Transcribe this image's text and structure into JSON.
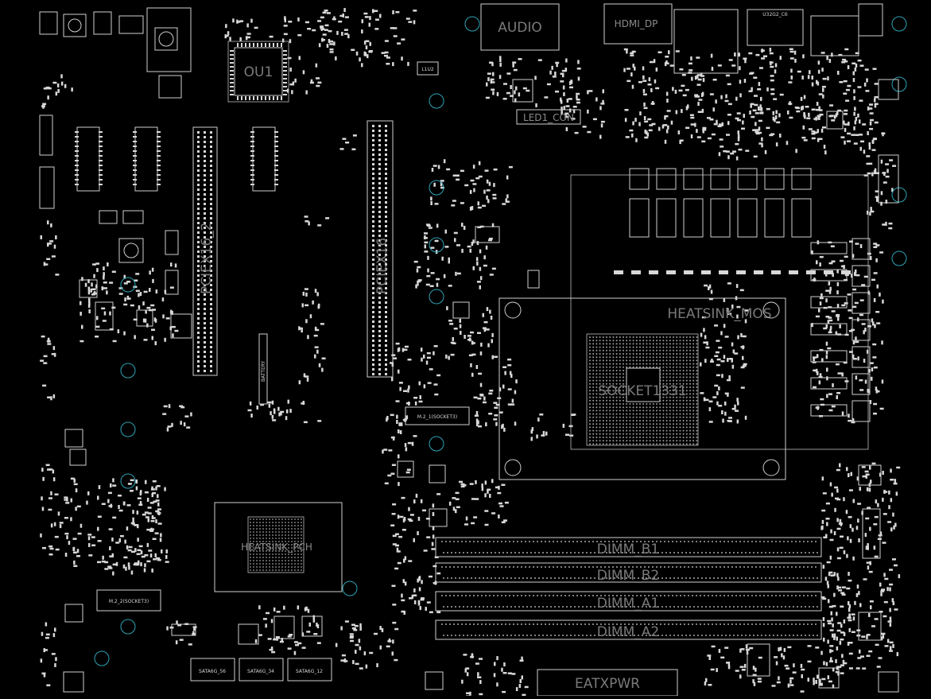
{
  "board": {
    "labels": {
      "audio": "AUDIO",
      "ou1": "OU1",
      "pciex16_2": "PCIEX16_2",
      "pciex16": "PCIEX16",
      "heatsink_mos": "HEATSINK_MOS",
      "socket": "SOCKET1331",
      "heatsink_pch": "HEATSINK_PCH",
      "dimm_b1": "DIMM_B1",
      "dimm_b2": "DIMM_B2",
      "dimm_a1": "DIMM_A1",
      "dimm_a2": "DIMM_A2",
      "eatxpwr": "EATXPWR",
      "led1_con": "LED1_CON",
      "m2_1": "M.2_1(SOCKET3)",
      "m2_2": "M.2_2(SOCKET3)",
      "l1u2": "L1U2",
      "battery": "BATTERY",
      "hdmi": "HDMI_DP",
      "u32g2": "U32G2_C6",
      "sata_1": "SATA6G_56",
      "sata_2": "SATA6G_34",
      "sata_3": "SATA6G_12"
    }
  }
}
